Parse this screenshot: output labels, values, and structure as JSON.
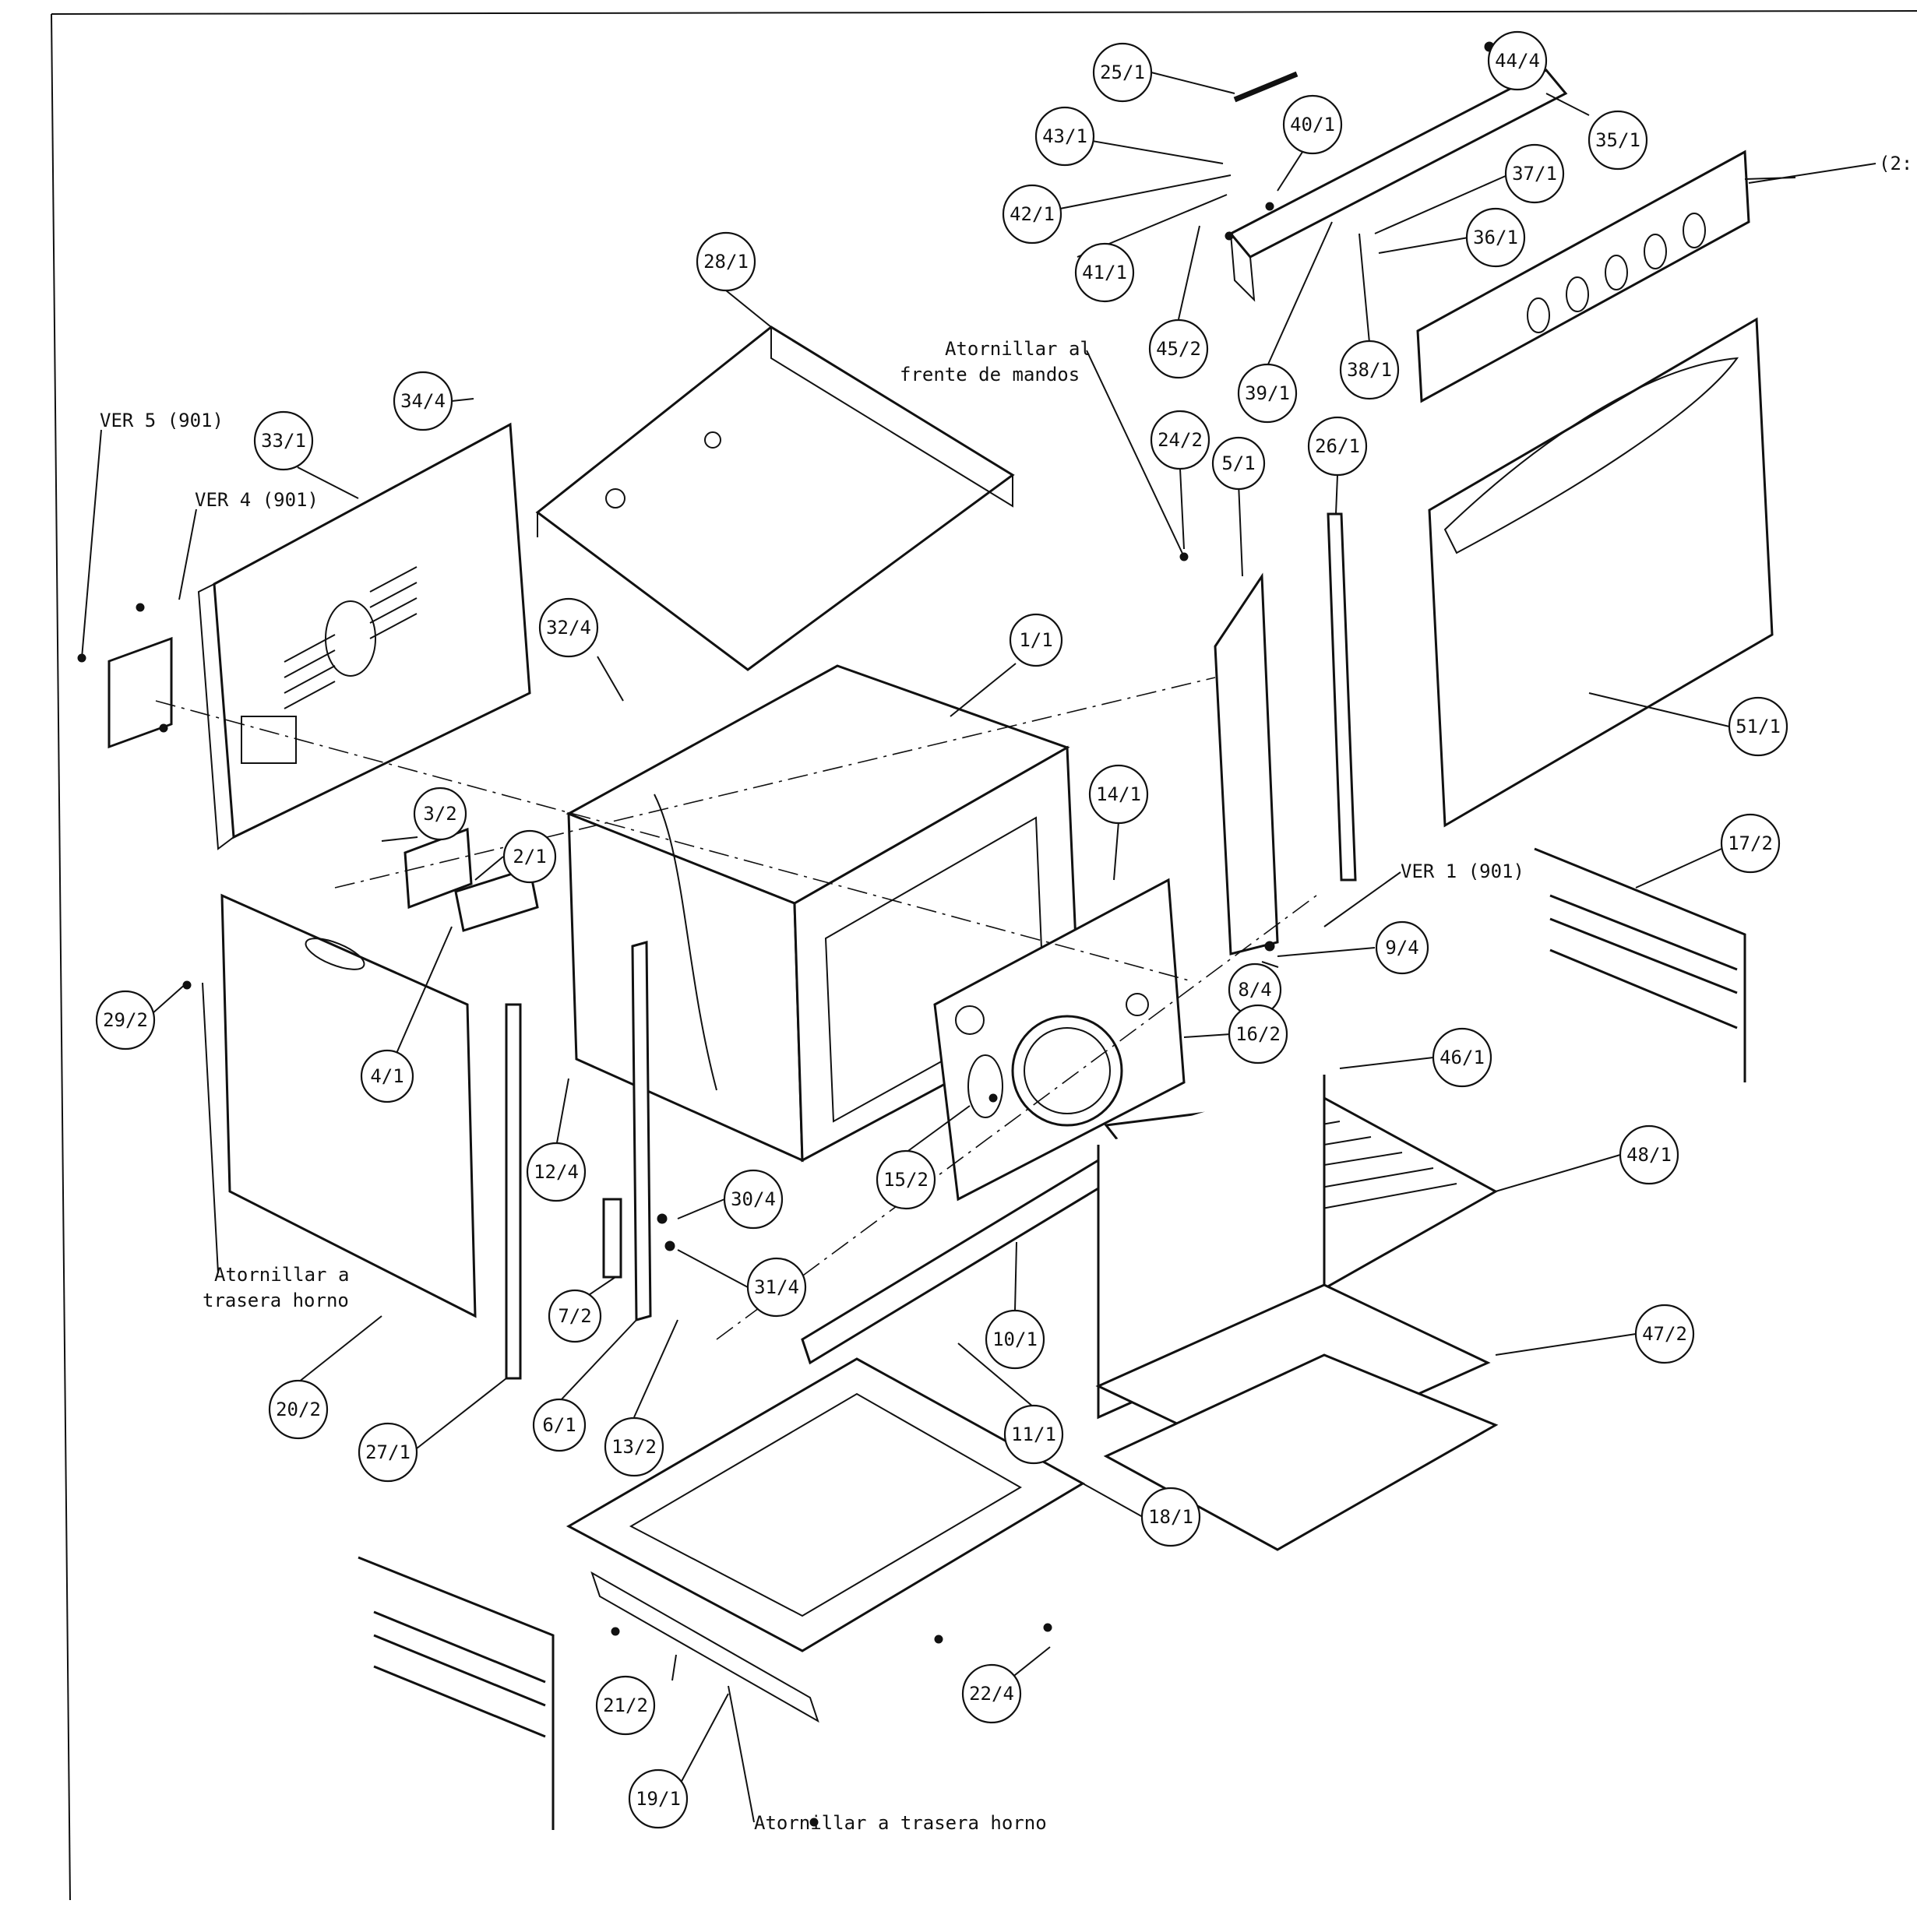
{
  "callouts": [
    {
      "id": "c-25-1",
      "text": "25/1"
    },
    {
      "id": "c-44-4",
      "text": "44/4"
    },
    {
      "id": "c-43-1",
      "text": "43/1"
    },
    {
      "id": "c-40-1",
      "text": "40/1"
    },
    {
      "id": "c-35-1",
      "text": "35/1"
    },
    {
      "id": "c-23",
      "text": "(2:"
    },
    {
      "id": "c-37-1",
      "text": "37/1"
    },
    {
      "id": "c-42-1",
      "text": "42/1"
    },
    {
      "id": "c-36-1",
      "text": "36/1"
    },
    {
      "id": "c-41-1",
      "text": "41/1"
    },
    {
      "id": "c-28-1",
      "text": "28/1"
    },
    {
      "id": "c-45-2",
      "text": "45/2"
    },
    {
      "id": "c-39-1",
      "text": "39/1"
    },
    {
      "id": "c-38-1",
      "text": "38/1"
    },
    {
      "id": "c-34-4",
      "text": "34/4"
    },
    {
      "id": "c-33-1",
      "text": "33/1"
    },
    {
      "id": "c-24-2",
      "text": "24/2"
    },
    {
      "id": "c-5-1",
      "text": "5/1"
    },
    {
      "id": "c-26-1",
      "text": "26/1"
    },
    {
      "id": "c-32-4",
      "text": "32/4"
    },
    {
      "id": "c-1-1",
      "text": "1/1"
    },
    {
      "id": "c-51-1",
      "text": "51/1"
    },
    {
      "id": "c-3-2",
      "text": "3/2"
    },
    {
      "id": "c-2-1",
      "text": "2/1"
    },
    {
      "id": "c-14-1",
      "text": "14/1"
    },
    {
      "id": "c-17-2",
      "text": "17/2"
    },
    {
      "id": "c-29-2",
      "text": "29/2"
    },
    {
      "id": "c-4-1",
      "text": "4/1"
    },
    {
      "id": "c-9-4",
      "text": "9/4"
    },
    {
      "id": "c-8-4",
      "text": "8/4"
    },
    {
      "id": "c-16-2",
      "text": "16/2"
    },
    {
      "id": "c-46-1",
      "text": "46/1"
    },
    {
      "id": "c-12-4",
      "text": "12/4"
    },
    {
      "id": "c-30-4",
      "text": "30/4"
    },
    {
      "id": "c-15-2",
      "text": "15/2"
    },
    {
      "id": "c-48-1",
      "text": "48/1"
    },
    {
      "id": "c-31-4",
      "text": "31/4"
    },
    {
      "id": "c-7-2",
      "text": "7/2"
    },
    {
      "id": "c-10-1",
      "text": "10/1"
    },
    {
      "id": "c-47-2",
      "text": "47/2"
    },
    {
      "id": "c-20-2",
      "text": "20/2"
    },
    {
      "id": "c-6-1",
      "text": "6/1"
    },
    {
      "id": "c-13-2",
      "text": "13/2"
    },
    {
      "id": "c-11-1",
      "text": "11/1"
    },
    {
      "id": "c-27-1",
      "text": "27/1"
    },
    {
      "id": "c-18-1",
      "text": "18/1"
    },
    {
      "id": "c-21-2",
      "text": "21/2"
    },
    {
      "id": "c-22-4",
      "text": "22/4"
    },
    {
      "id": "c-19-1",
      "text": "19/1"
    }
  ],
  "notes": {
    "atornillar_frente_1": "Atornillar al",
    "atornillar_frente_2": "frente de mandos",
    "ver5": "VER 5 (901)",
    "ver4": "VER 4 (901)",
    "ver1": "VER 1 (901)",
    "atornillar_trasera_1": "Atornillar a",
    "atornillar_trasera_2": "trasera horno",
    "atornillar_trasera_bottom": "Atornillar a trasera horno"
  }
}
